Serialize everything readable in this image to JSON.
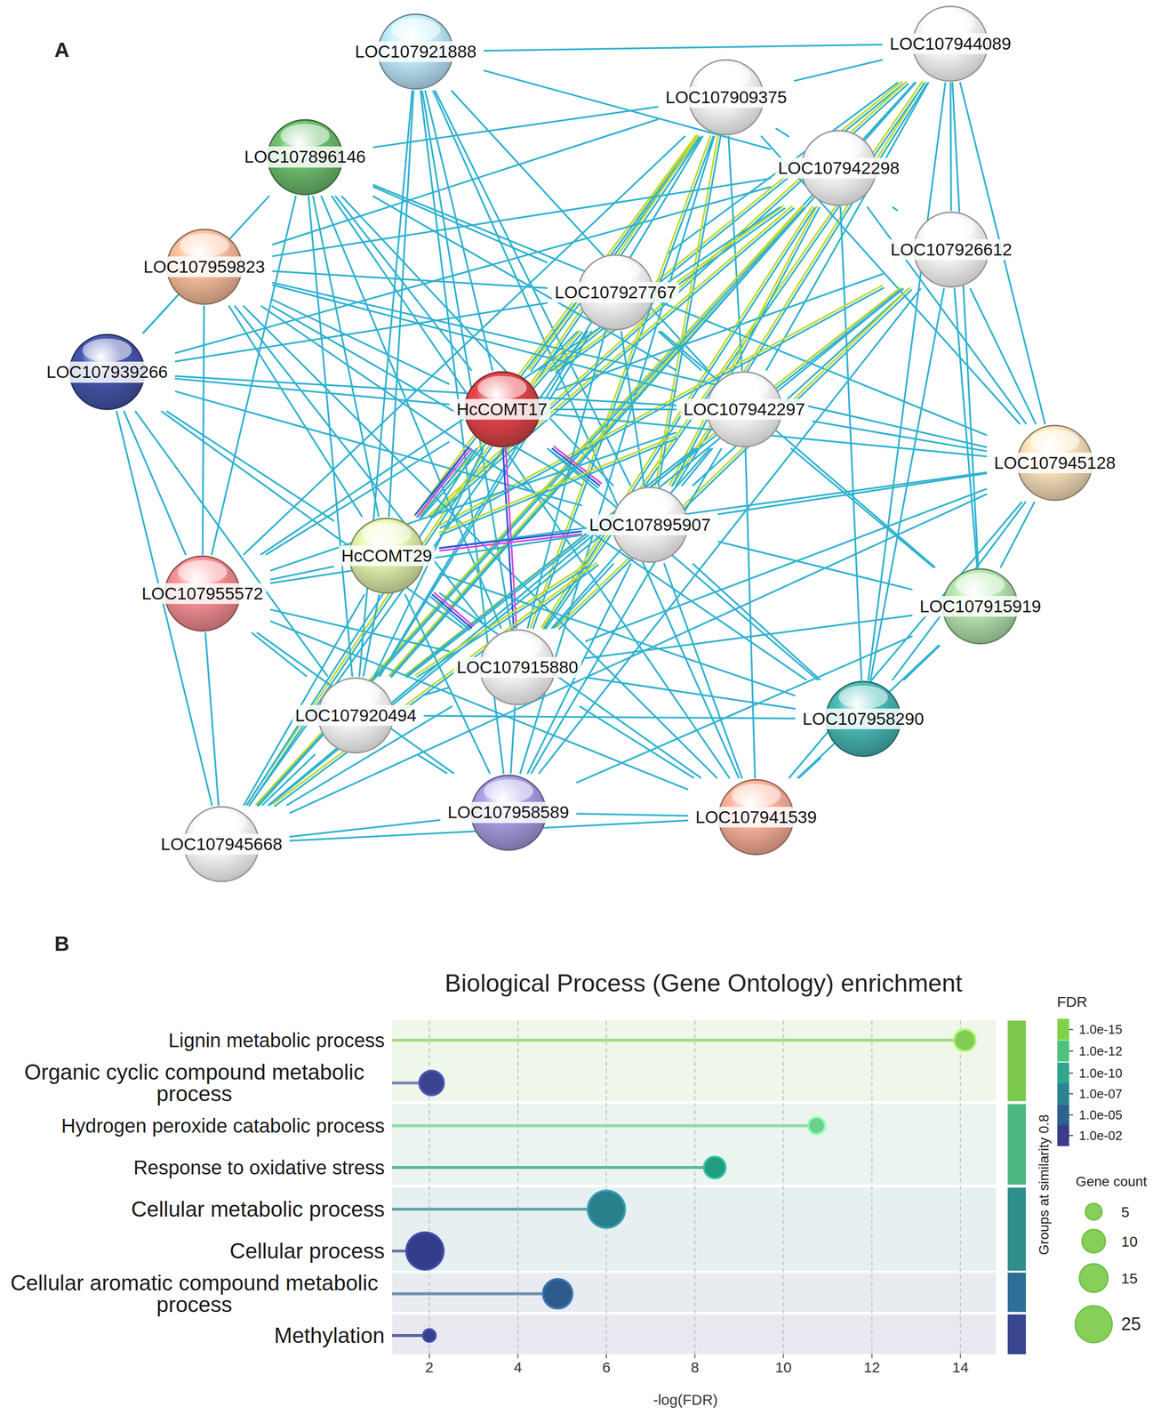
{
  "diagram": {
    "nodes": [
      {
        "text": [
          "LOC107921888"
        ]
      },
      {
        "text": [
          "LOC107944089"
        ]
      },
      {
        "text": [
          "LOC107909375"
        ]
      },
      {
        "text": [
          "LOC107896146"
        ]
      },
      {
        "text": [
          "LOC107942298"
        ]
      },
      {
        "text": [
          "LOC107926612"
        ]
      },
      {
        "text": [
          "LOC107959823"
        ]
      },
      {
        "text": [
          "LOC107927767"
        ]
      },
      {
        "text": [
          "LOC107939266"
        ]
      },
      {
        "text": [
          "HcCOMT17"
        ]
      },
      {
        "text": [
          "LOC107942297"
        ]
      },
      {
        "text": [
          "LOC107945128"
        ]
      },
      {
        "text": [
          "LOC107895907"
        ]
      },
      {
        "text": [
          "HcCOMT29"
        ]
      },
      {
        "text": [
          "LOC107955572"
        ]
      },
      {
        "text": [
          "LOC107915919"
        ]
      },
      {
        "text": [
          "LOC107915880"
        ]
      },
      {
        "text": [
          "LOC107920494"
        ]
      },
      {
        "text": [
          "LOC107958290"
        ]
      },
      {
        "text": [
          "LOC107958589"
        ]
      },
      {
        "text": [
          "LOC107941539"
        ]
      },
      {
        "text": [
          "LOC107945668"
        ]
      }
    ],
    "edges": [
      {
        "from": 0,
        "to": 1,
        "arrow": "none"
      },
      {
        "from": 0,
        "to": 4,
        "arrow": "none"
      },
      {
        "from": 0,
        "to": 9,
        "arrow": "none"
      },
      {
        "from": 0,
        "to": 10,
        "arrow": "none"
      },
      {
        "from": 0,
        "to": 12,
        "arrow": "none"
      },
      {
        "from": 0,
        "to": 13,
        "arrow": "none"
      },
      {
        "from": 0,
        "to": 16,
        "arrow": "none"
      },
      {
        "from": 0,
        "to": 17,
        "arrow": "none"
      },
      {
        "from": 0,
        "to": 19,
        "arrow": "none"
      },
      {
        "from": 0,
        "to": 20,
        "arrow": "none"
      },
      {
        "from": 1,
        "to": 2,
        "arrow": "none"
      },
      {
        "from": 1,
        "to": 4,
        "arrow": "none"
      },
      {
        "from": 1,
        "to": 5,
        "arrow": "none"
      },
      {
        "from": 1,
        "to": 7,
        "arrow": "none"
      },
      {
        "from": 1,
        "to": 9,
        "arrow": "none"
      },
      {
        "from": 1,
        "to": 10,
        "arrow": "none"
      },
      {
        "from": 1,
        "to": 11,
        "arrow": "none"
      },
      {
        "from": 1,
        "to": 12,
        "arrow": "none"
      },
      {
        "from": 1,
        "to": 13,
        "arrow": "none"
      },
      {
        "from": 1,
        "to": 15,
        "arrow": "none"
      },
      {
        "from": 1,
        "to": 16,
        "arrow": "none"
      },
      {
        "from": 1,
        "to": 17,
        "arrow": "none"
      },
      {
        "from": 1,
        "to": 18,
        "arrow": "none"
      },
      {
        "from": 1,
        "to": 21,
        "arrow": "none"
      },
      {
        "from": 2,
        "to": 3,
        "arrow": "none"
      },
      {
        "from": 2,
        "to": 4,
        "arrow": "none"
      },
      {
        "from": 2,
        "to": 6,
        "arrow": "none"
      },
      {
        "from": 2,
        "to": 9,
        "arrow": "none"
      },
      {
        "from": 2,
        "to": 10,
        "arrow": "none"
      },
      {
        "from": 2,
        "to": 11,
        "arrow": "none"
      },
      {
        "from": 2,
        "to": 12,
        "arrow": "none"
      },
      {
        "from": 2,
        "to": 13,
        "arrow": "none"
      },
      {
        "from": 2,
        "to": 14,
        "arrow": "none"
      },
      {
        "from": 2,
        "to": 16,
        "arrow": "none"
      },
      {
        "from": 2,
        "to": 17,
        "arrow": "none"
      },
      {
        "from": 2,
        "to": 19,
        "arrow": "none"
      },
      {
        "from": 2,
        "to": 21,
        "arrow": "none"
      },
      {
        "from": 3,
        "to": 7,
        "arrow": "none"
      },
      {
        "from": 3,
        "to": 8,
        "arrow": "none"
      },
      {
        "from": 3,
        "to": 9,
        "arrow": "none"
      },
      {
        "from": 3,
        "to": 10,
        "arrow": "none"
      },
      {
        "from": 3,
        "to": 11,
        "arrow": "none"
      },
      {
        "from": 3,
        "to": 12,
        "arrow": "none"
      },
      {
        "from": 3,
        "to": 13,
        "arrow": "none"
      },
      {
        "from": 3,
        "to": 14,
        "arrow": "none"
      },
      {
        "from": 3,
        "to": 16,
        "arrow": "none"
      },
      {
        "from": 3,
        "to": 17,
        "arrow": "none"
      },
      {
        "from": 3,
        "to": 20,
        "arrow": "none"
      },
      {
        "from": 4,
        "to": 5,
        "arrow": "none"
      },
      {
        "from": 4,
        "to": 6,
        "arrow": "none"
      },
      {
        "from": 4,
        "to": 8,
        "arrow": "none"
      },
      {
        "from": 4,
        "to": 9,
        "arrow": "none"
      },
      {
        "from": 4,
        "to": 11,
        "arrow": "none"
      },
      {
        "from": 4,
        "to": 12,
        "arrow": "none"
      },
      {
        "from": 4,
        "to": 13,
        "arrow": "none"
      },
      {
        "from": 4,
        "to": 14,
        "arrow": "none"
      },
      {
        "from": 4,
        "to": 16,
        "arrow": "none"
      },
      {
        "from": 4,
        "to": 17,
        "arrow": "none"
      },
      {
        "from": 4,
        "to": 18,
        "arrow": "none"
      },
      {
        "from": 4,
        "to": 21,
        "arrow": "none"
      },
      {
        "from": 5,
        "to": 9,
        "arrow": "none"
      },
      {
        "from": 5,
        "to": 10,
        "arrow": "none"
      },
      {
        "from": 5,
        "to": 11,
        "arrow": "none"
      },
      {
        "from": 5,
        "to": 12,
        "arrow": "none"
      },
      {
        "from": 5,
        "to": 13,
        "arrow": "none"
      },
      {
        "from": 5,
        "to": 15,
        "arrow": "none"
      },
      {
        "from": 5,
        "to": 16,
        "arrow": "none"
      },
      {
        "from": 5,
        "to": 17,
        "arrow": "none"
      },
      {
        "from": 5,
        "to": 18,
        "arrow": "none"
      },
      {
        "from": 5,
        "to": 19,
        "arrow": "none"
      },
      {
        "from": 5,
        "to": 21,
        "arrow": "none"
      },
      {
        "from": 6,
        "to": 7,
        "arrow": "none"
      },
      {
        "from": 6,
        "to": 8,
        "arrow": "none"
      },
      {
        "from": 6,
        "to": 9,
        "arrow": "none"
      },
      {
        "from": 6,
        "to": 10,
        "arrow": "none"
      },
      {
        "from": 6,
        "to": 11,
        "arrow": "none"
      },
      {
        "from": 6,
        "to": 12,
        "arrow": "none"
      },
      {
        "from": 6,
        "to": 13,
        "arrow": "none"
      },
      {
        "from": 6,
        "to": 14,
        "arrow": "none"
      },
      {
        "from": 6,
        "to": 16,
        "arrow": "none"
      },
      {
        "from": 6,
        "to": 18,
        "arrow": "none"
      },
      {
        "from": 6,
        "to": 20,
        "arrow": "none"
      },
      {
        "from": 7,
        "to": 8,
        "arrow": "none"
      },
      {
        "from": 7,
        "to": 9,
        "arrow": "none"
      },
      {
        "from": 7,
        "to": 10,
        "arrow": "none"
      },
      {
        "from": 7,
        "to": 12,
        "arrow": "none"
      },
      {
        "from": 7,
        "to": 13,
        "arrow": "none"
      },
      {
        "from": 7,
        "to": 15,
        "arrow": "none"
      },
      {
        "from": 7,
        "to": 16,
        "arrow": "none"
      },
      {
        "from": 7,
        "to": 17,
        "arrow": "none"
      },
      {
        "from": 7,
        "to": 21,
        "arrow": "none"
      },
      {
        "from": 8,
        "to": 9,
        "arrow": "none"
      },
      {
        "from": 8,
        "to": 10,
        "arrow": "none"
      },
      {
        "from": 8,
        "to": 12,
        "arrow": "none"
      },
      {
        "from": 8,
        "to": 13,
        "arrow": "none"
      },
      {
        "from": 8,
        "to": 14,
        "arrow": "none"
      },
      {
        "from": 8,
        "to": 16,
        "arrow": "none"
      },
      {
        "from": 8,
        "to": 17,
        "arrow": "none"
      },
      {
        "from": 8,
        "to": 21,
        "arrow": "none"
      },
      {
        "from": 9,
        "to": 10,
        "arrow": "none"
      },
      {
        "from": 9,
        "to": 11,
        "arrow": "none"
      },
      {
        "from": 9,
        "to": 12,
        "arrow": "none"
      },
      {
        "from": 9,
        "to": 13,
        "arrow": "none"
      },
      {
        "from": 9,
        "to": 14,
        "arrow": "none"
      },
      {
        "from": 9,
        "to": 16,
        "arrow": "none"
      },
      {
        "from": 9,
        "to": 17,
        "arrow": "none"
      },
      {
        "from": 9,
        "to": 18,
        "arrow": "none"
      },
      {
        "from": 9,
        "to": 21,
        "arrow": "none"
      },
      {
        "from": 10,
        "to": 11,
        "arrow": "none"
      },
      {
        "from": 10,
        "to": 12,
        "arrow": "none"
      },
      {
        "from": 10,
        "to": 13,
        "arrow": "none"
      },
      {
        "from": 10,
        "to": 14,
        "arrow": "none"
      },
      {
        "from": 10,
        "to": 15,
        "arrow": "none"
      },
      {
        "from": 10,
        "to": 16,
        "arrow": "none"
      },
      {
        "from": 10,
        "to": 17,
        "arrow": "none"
      },
      {
        "from": 10,
        "to": 19,
        "arrow": "none"
      },
      {
        "from": 10,
        "to": 20,
        "arrow": "none"
      },
      {
        "from": 10,
        "to": 21,
        "arrow": "none"
      },
      {
        "from": 11,
        "to": 12,
        "arrow": "none"
      },
      {
        "from": 11,
        "to": 13,
        "arrow": "none"
      },
      {
        "from": 11,
        "to": 15,
        "arrow": "none"
      },
      {
        "from": 11,
        "to": 16,
        "arrow": "none"
      },
      {
        "from": 11,
        "to": 18,
        "arrow": "none"
      },
      {
        "from": 11,
        "to": 20,
        "arrow": "none"
      },
      {
        "from": 11,
        "to": 21,
        "arrow": "none"
      },
      {
        "from": 12,
        "to": 13,
        "arrow": "none"
      },
      {
        "from": 12,
        "to": 14,
        "arrow": "none"
      },
      {
        "from": 12,
        "to": 15,
        "arrow": "none"
      },
      {
        "from": 12,
        "to": 16,
        "arrow": "none"
      },
      {
        "from": 12,
        "to": 17,
        "arrow": "none"
      },
      {
        "from": 12,
        "to": 18,
        "arrow": "none"
      },
      {
        "from": 12,
        "to": 19,
        "arrow": "none"
      },
      {
        "from": 12,
        "to": 20,
        "arrow": "none"
      },
      {
        "from": 12,
        "to": 21,
        "arrow": "none"
      },
      {
        "from": 13,
        "to": 14,
        "arrow": "none"
      },
      {
        "from": 13,
        "to": 16,
        "arrow": "none"
      },
      {
        "from": 13,
        "to": 17,
        "arrow": "none"
      },
      {
        "from": 13,
        "to": 18,
        "arrow": "none"
      },
      {
        "from": 13,
        "to": 19,
        "arrow": "none"
      },
      {
        "from": 13,
        "to": 20,
        "arrow": "none"
      },
      {
        "from": 13,
        "to": 21,
        "arrow": "none"
      },
      {
        "from": 14,
        "to": 16,
        "arrow": "none"
      },
      {
        "from": 14,
        "to": 17,
        "arrow": "none"
      },
      {
        "from": 14,
        "to": 19,
        "arrow": "none"
      },
      {
        "from": 14,
        "to": 20,
        "arrow": "none"
      },
      {
        "from": 14,
        "to": 21,
        "arrow": "none"
      },
      {
        "from": 15,
        "to": 16,
        "arrow": "none"
      },
      {
        "from": 15,
        "to": 18,
        "arrow": "none"
      },
      {
        "from": 15,
        "to": 19,
        "arrow": "none"
      },
      {
        "from": 15,
        "to": 20,
        "arrow": "none"
      },
      {
        "from": 16,
        "to": 17,
        "arrow": "none"
      },
      {
        "from": 16,
        "to": 18,
        "arrow": "none"
      },
      {
        "from": 16,
        "to": 19,
        "arrow": "none"
      },
      {
        "from": 16,
        "to": 20,
        "arrow": "none"
      },
      {
        "from": 16,
        "to": 21,
        "arrow": "none"
      },
      {
        "from": 17,
        "to": 18,
        "arrow": "none"
      },
      {
        "from": 17,
        "to": 19,
        "arrow": "none"
      },
      {
        "from": 17,
        "to": 21,
        "arrow": "none"
      },
      {
        "from": 18,
        "to": 20,
        "arrow": "none"
      },
      {
        "from": 19,
        "to": 20,
        "arrow": "none"
      },
      {
        "from": 19,
        "to": 21,
        "arrow": "none"
      },
      {
        "from": 20,
        "to": 21,
        "arrow": "none"
      }
    ],
    "labels": [
      "A",
      "B",
      "Biological Process (Gene Ontology) enrichment",
      "Lignin metabolic process",
      "Organic cyclic compound metabolic process",
      "Hydrogen peroxide catabolic process",
      "Response to oxidative stress",
      "Cellular metabolic process",
      "Cellular process",
      "Cellular aromatic compound metabolic process",
      "Methylation",
      "2",
      "4",
      "6",
      "8",
      "10",
      "12",
      "14",
      "-log(FDR)",
      "FDR",
      "Groups at similarity 0.8",
      "Gene count"
    ],
    "legend": [
      {
        "text": "1.0e-15",
        "color": "#80d14a"
      },
      {
        "text": "1.0e-12",
        "color": "#4fc27c"
      },
      {
        "text": "1.0e-10",
        "color": "#2fa68a"
      },
      {
        "text": "1.0e-07",
        "color": "#2a8493"
      },
      {
        "text": "1.0e-05",
        "color": "#2d618f"
      },
      {
        "text": "1.0e-02",
        "color": "#3b3b8b"
      },
      {
        "text": "5"
      },
      {
        "text": "10"
      },
      {
        "text": "15"
      },
      {
        "text": "25"
      }
    ]
  }
}
